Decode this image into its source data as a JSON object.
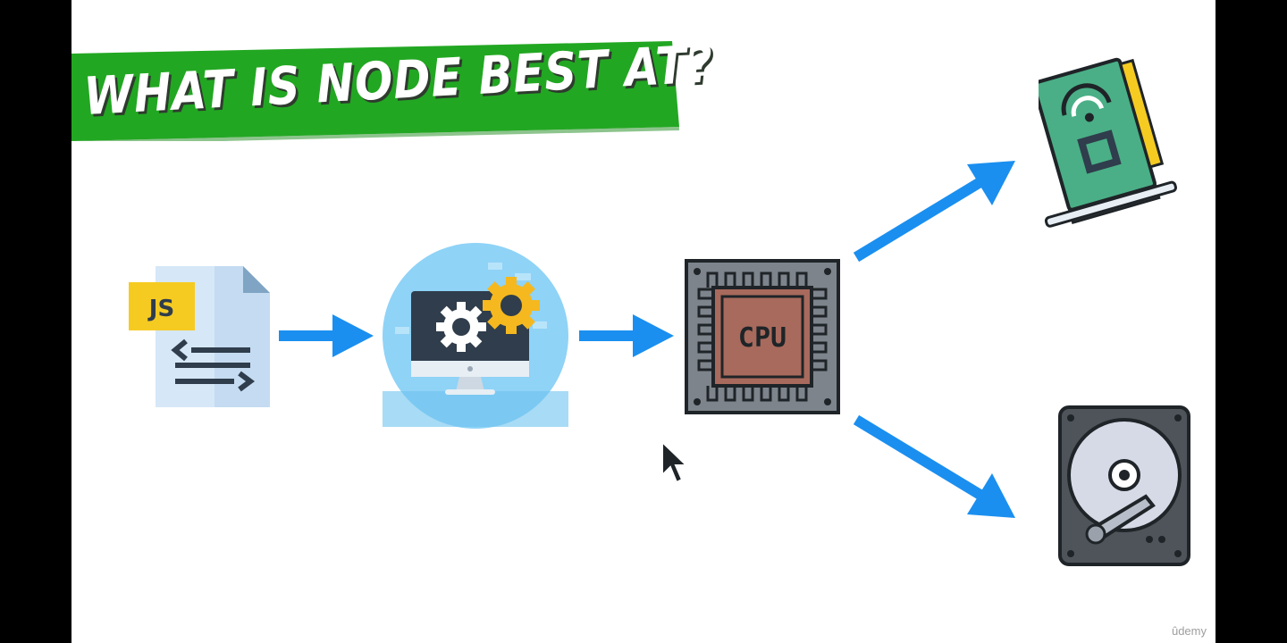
{
  "slide": {
    "title": "WHAT IS NODE BEST AT?",
    "js_badge": "JS",
    "cpu_label": "CPU",
    "watermark": "ûdemy"
  },
  "colors": {
    "banner_green": "#22a722",
    "arrow_blue": "#1a8ff0",
    "cpu_core": "#a86a5c",
    "js_badge_yellow": "#f5cb22",
    "circle_blue": "#8fd3f7",
    "board_green": "#4aaf86"
  },
  "icons": [
    "javascript-file-icon",
    "computer-gears-icon",
    "cpu-chip-icon",
    "network-card-icon",
    "hard-drive-icon",
    "mouse-cursor-icon"
  ]
}
